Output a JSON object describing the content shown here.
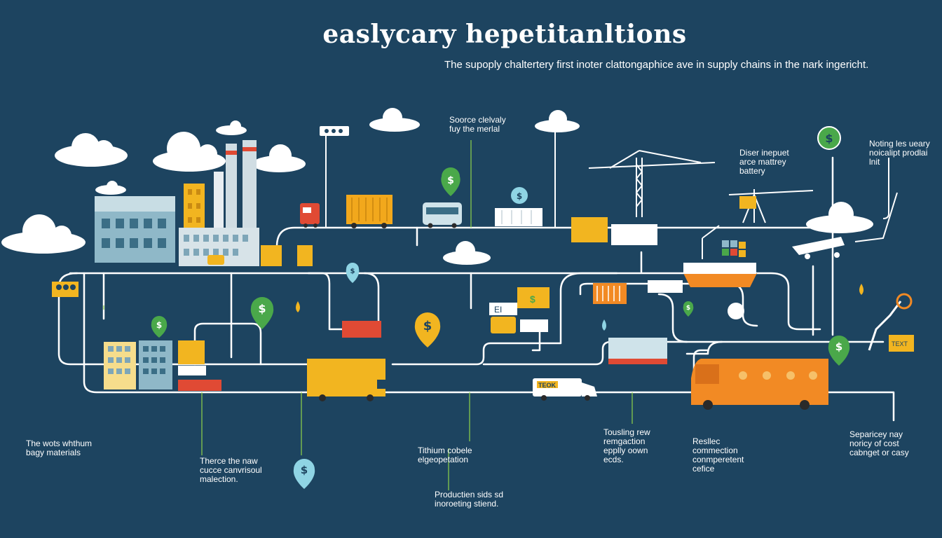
{
  "header": {
    "title": "easlycary hepetitanltions",
    "subtitle": "The supoply chaltertery first inoter clattongaphice ave in supply chains in the nark ingericht."
  },
  "labels": [
    {
      "id": "source",
      "lines": [
        "Soorce clelvaly",
        "fuy the merlal"
      ]
    },
    {
      "id": "diser",
      "lines": [
        "Diser inepuet",
        "arce mattrey",
        "battery"
      ]
    },
    {
      "id": "noting",
      "lines": [
        "Noting les ueary",
        "noicalipt prodlai",
        "lnit"
      ]
    },
    {
      "id": "wots",
      "lines": [
        "The wots whthum",
        "bagy materials"
      ]
    },
    {
      "id": "therace",
      "lines": [
        "Therce the naw",
        "cucce canvrisoul",
        "malection."
      ]
    },
    {
      "id": "tithium",
      "lines": [
        "Tithium cobele",
        "elgeopetation"
      ]
    },
    {
      "id": "production",
      "lines": [
        "Productien sids sd",
        "inoroeting stiend."
      ]
    },
    {
      "id": "tousing",
      "lines": [
        "Tousling rew",
        "remgaction",
        "epplly oown",
        "ecds."
      ]
    },
    {
      "id": "reslec",
      "lines": [
        "Resllec",
        "commection",
        "conmperetent",
        "cefice"
      ]
    },
    {
      "id": "separicey",
      "lines": [
        "Separicey nay",
        "noricy of cost",
        "cabnget or casy"
      ]
    }
  ],
  "truck_texts": {
    "van": "TEOK",
    "box1": "EI",
    "box2": "$",
    "cart": "TEXT"
  },
  "colors": {
    "background": "#1d4460",
    "line": "#ffffff",
    "yellow": "#f2b520",
    "orange": "#f28a24",
    "red": "#e04a34",
    "green": "#4aa84a",
    "cloud": "#ffffff"
  }
}
